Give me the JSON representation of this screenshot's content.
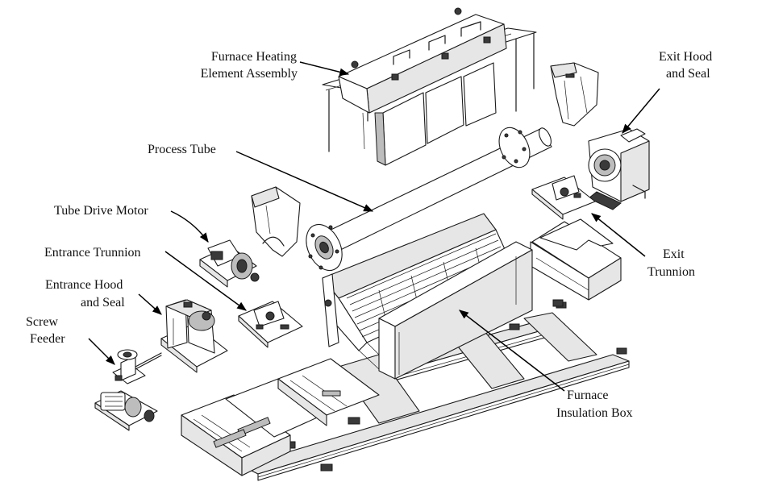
{
  "labels": {
    "heating_element": [
      "Furnace Heating",
      "Element Assembly"
    ],
    "exit_hood": [
      "Exit Hood",
      "and Seal"
    ],
    "process_tube": [
      "Process Tube"
    ],
    "tube_drive_motor": [
      "Tube Drive Motor"
    ],
    "entrance_trunnion": [
      "Entrance Trunnion"
    ],
    "entrance_hood": [
      "Entrance Hood",
      "and Seal"
    ],
    "screw_feeder": [
      "Screw",
      "Feeder"
    ],
    "exit_trunnion": [
      "Exit",
      "Trunnion"
    ],
    "insulation_box": [
      "Furnace",
      "Insulation Box"
    ]
  },
  "colors": {
    "line": "#1a1a1a",
    "background": "#ffffff",
    "shade": "#e6e6e6"
  }
}
